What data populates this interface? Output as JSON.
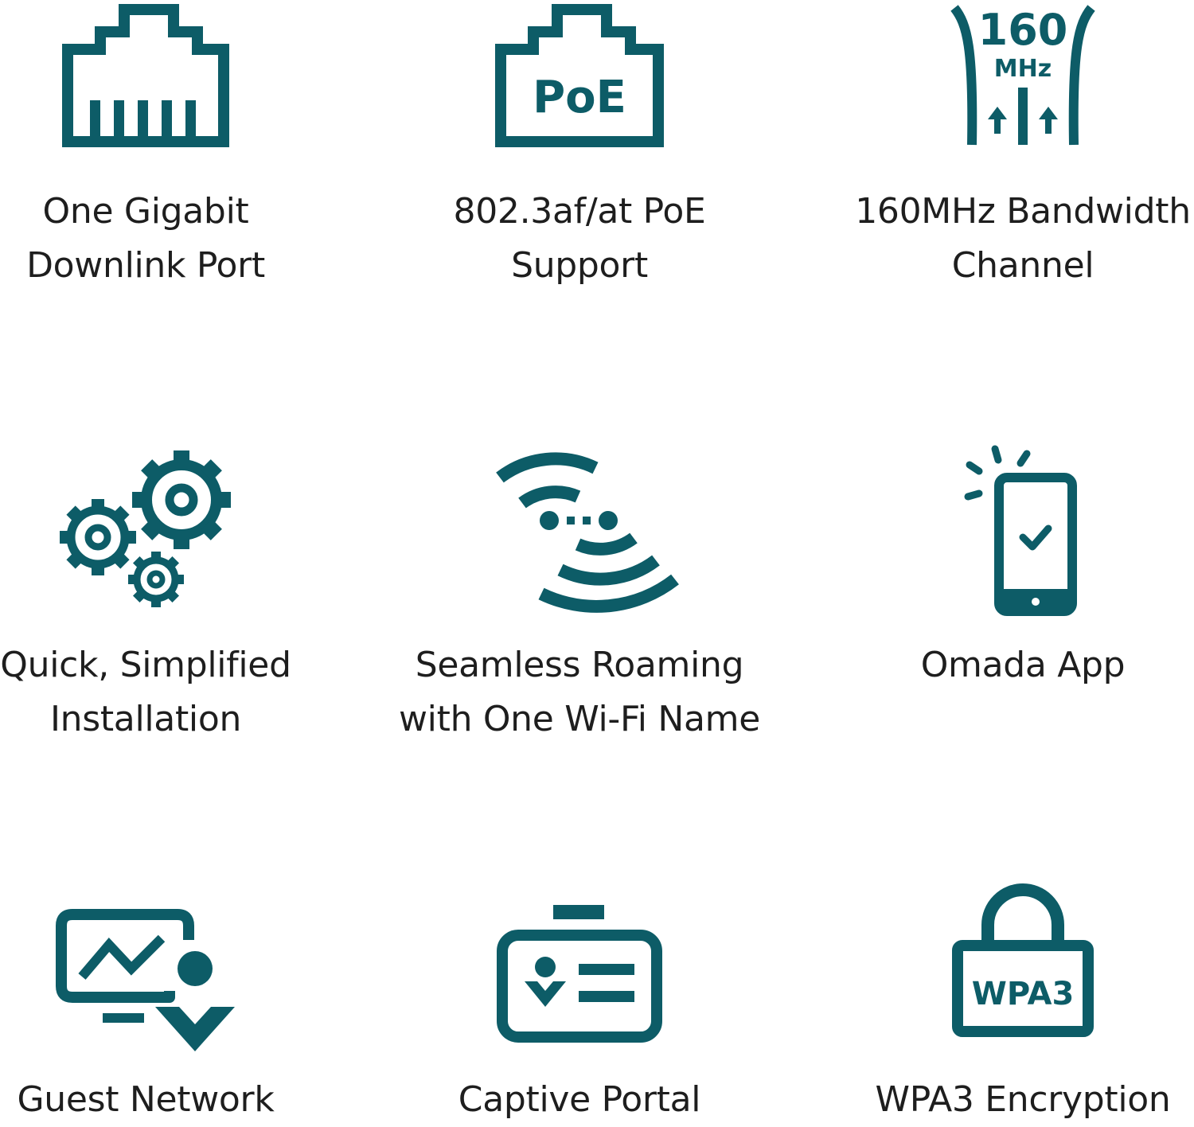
{
  "brand_color": "#0d5c67",
  "features": [
    {
      "icon": "ethernet-port-icon",
      "lines": [
        "One Gigabit",
        "Downlink Port"
      ]
    },
    {
      "icon": "poe-port-icon",
      "icon_text": "PoE",
      "lines": [
        "802.3af/at PoE",
        "Support"
      ]
    },
    {
      "icon": "bandwidth-channel-icon",
      "icon_text": [
        "160",
        "MHz"
      ],
      "lines": [
        "160MHz Bandwidth",
        "Channel"
      ]
    },
    {
      "icon": "gears-icon",
      "lines": [
        "Quick, Simplified",
        "Installation"
      ]
    },
    {
      "icon": "wifi-roaming-icon",
      "lines": [
        "Seamless Roaming",
        "with One Wi-Fi Name"
      ]
    },
    {
      "icon": "phone-app-icon",
      "lines": [
        "Omada App"
      ]
    },
    {
      "icon": "guest-network-icon",
      "lines": [
        "Guest Network"
      ]
    },
    {
      "icon": "captive-portal-icon",
      "lines": [
        "Captive Portal"
      ]
    },
    {
      "icon": "padlock-icon",
      "icon_text": "WPA3",
      "lines": [
        "WPA3 Encryption"
      ]
    }
  ]
}
